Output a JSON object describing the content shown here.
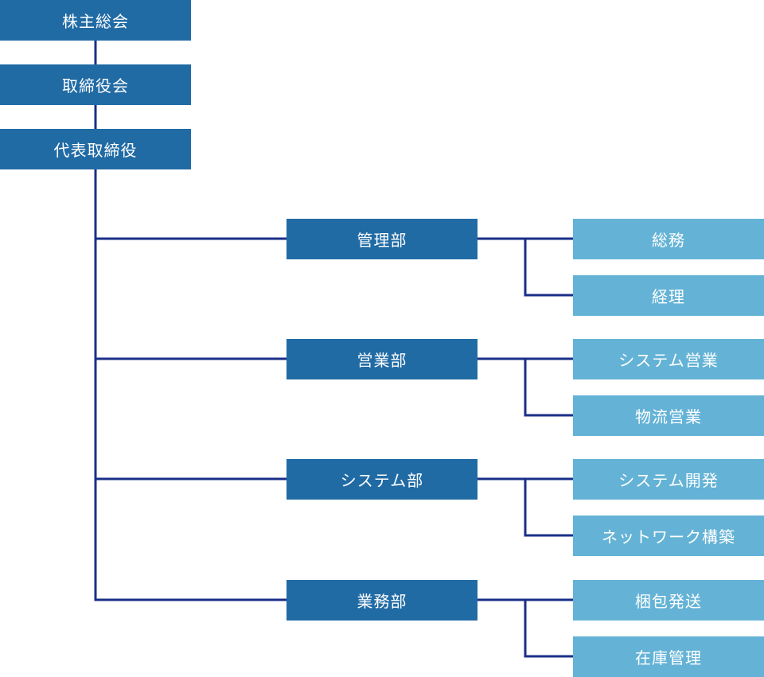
{
  "colors": {
    "connector": "#1a2f87",
    "executive_box": "#216ba5",
    "department_box": "#216ba5",
    "section_box": "#64b3d6",
    "text": "#ffffff"
  },
  "executives": [
    {
      "label": "株主総会"
    },
    {
      "label": "取締役会"
    },
    {
      "label": "代表取締役"
    }
  ],
  "departments": [
    {
      "label": "管理部",
      "sections": [
        {
          "label": "総務"
        },
        {
          "label": "経理"
        }
      ]
    },
    {
      "label": "営業部",
      "sections": [
        {
          "label": "システム営業"
        },
        {
          "label": "物流営業"
        }
      ]
    },
    {
      "label": "システム部",
      "sections": [
        {
          "label": "システム開発"
        },
        {
          "label": "ネットワーク構築"
        }
      ]
    },
    {
      "label": "業務部",
      "sections": [
        {
          "label": "梱包発送"
        },
        {
          "label": "在庫管理"
        }
      ]
    }
  ]
}
